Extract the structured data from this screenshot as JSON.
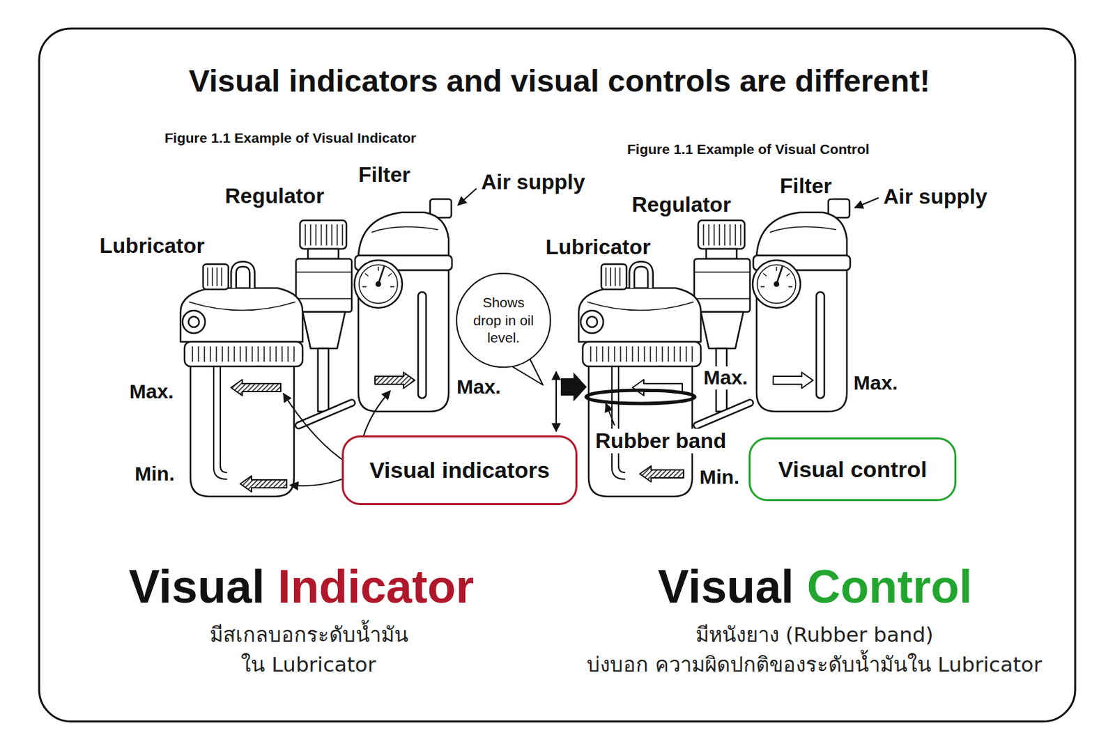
{
  "diagram": {
    "title": "Visual indicators and visual controls are different!",
    "nodes": [
      {
        "text": [
          "Shows drop in oil level."
        ]
      },
      {
        "text": [
          "Visual indicators"
        ]
      },
      {
        "text": [
          "Visual control"
        ]
      }
    ],
    "labels": [
      "Figure 1.1 Example of Visual Indicator",
      "Filter",
      "Air supply",
      "Regulator",
      "Lubricator",
      "Max.",
      "Max.",
      "Min.",
      "Figure 1.1 Example of Visual Control",
      "Filter",
      "Air supply",
      "Regulator",
      "Lubricator",
      "Max.",
      "Max.",
      "Rubber band",
      "Min.",
      "Visual",
      "Indicator",
      "มีสเกลบอกระดับน้ำมัน ใน Lubricator",
      "Visual",
      "Control",
      "มีหนังยาง (Rubber band) บ่งบอก ความผิดปกติของระดับน้ำมันใน Lubricator"
    ]
  }
}
